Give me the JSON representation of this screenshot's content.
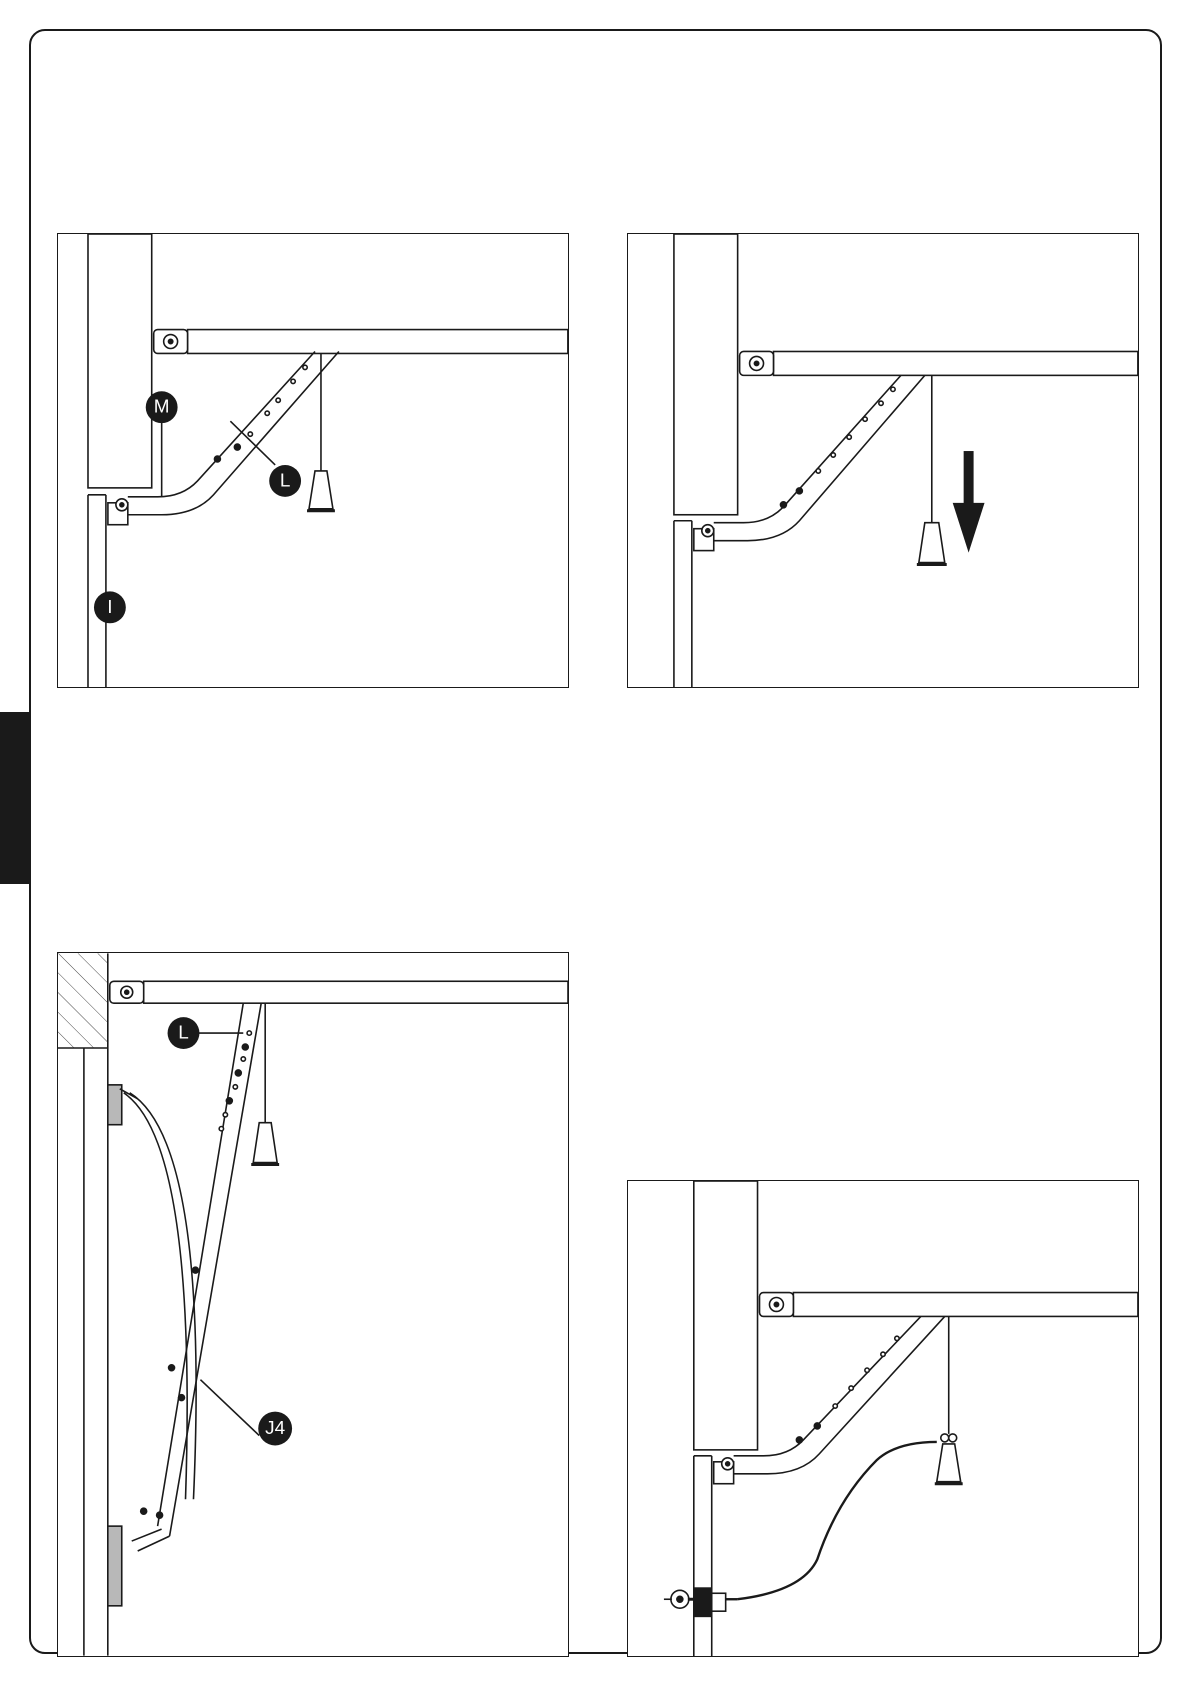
{
  "figures": [
    {
      "id": "fig-1",
      "labels": {
        "m": "M",
        "l": "L",
        "i": "I"
      }
    },
    {
      "id": "fig-2",
      "labels": {}
    },
    {
      "id": "fig-3",
      "labels": {
        "l": "L",
        "j4": "J4"
      }
    },
    {
      "id": "fig-4",
      "labels": {}
    }
  ],
  "colors": {
    "ink": "#1a1a1a",
    "wall_gray": "#b8b8b8",
    "paper": "#ffffff"
  },
  "icons": {
    "arrow": "down-arrow-icon",
    "weight": "pull-weight-icon",
    "key": "release-key-icon"
  }
}
